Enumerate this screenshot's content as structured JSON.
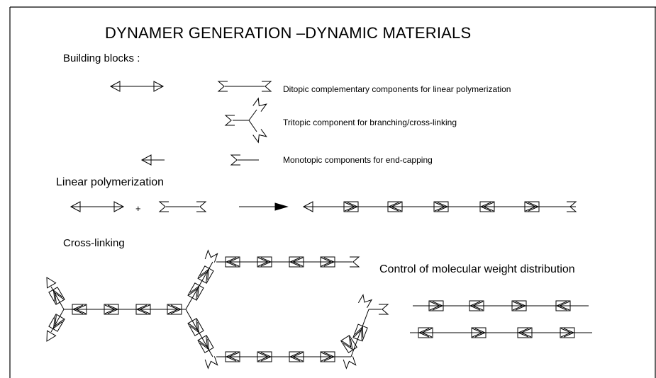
{
  "title": "DYNAMER GENERATION –DYNAMIC MATERIALS",
  "building_blocks": {
    "heading": "Building blocks :",
    "ditopic_caption": "Ditopic complementary components for linear polymerization",
    "tritopic_caption": "Tritopic component for branching/cross-linking",
    "monotopic_caption": "Monotopic components for end-capping"
  },
  "linear_polymerization": {
    "heading": "Linear polymerization",
    "plus_sign": "+"
  },
  "cross_linking": {
    "heading": "Cross-linking"
  },
  "molecular_weight": {
    "heading": "Control of molecular weight distribution"
  },
  "colors": {
    "line": "#000000",
    "border": "#000000",
    "background": "#ffffff"
  }
}
